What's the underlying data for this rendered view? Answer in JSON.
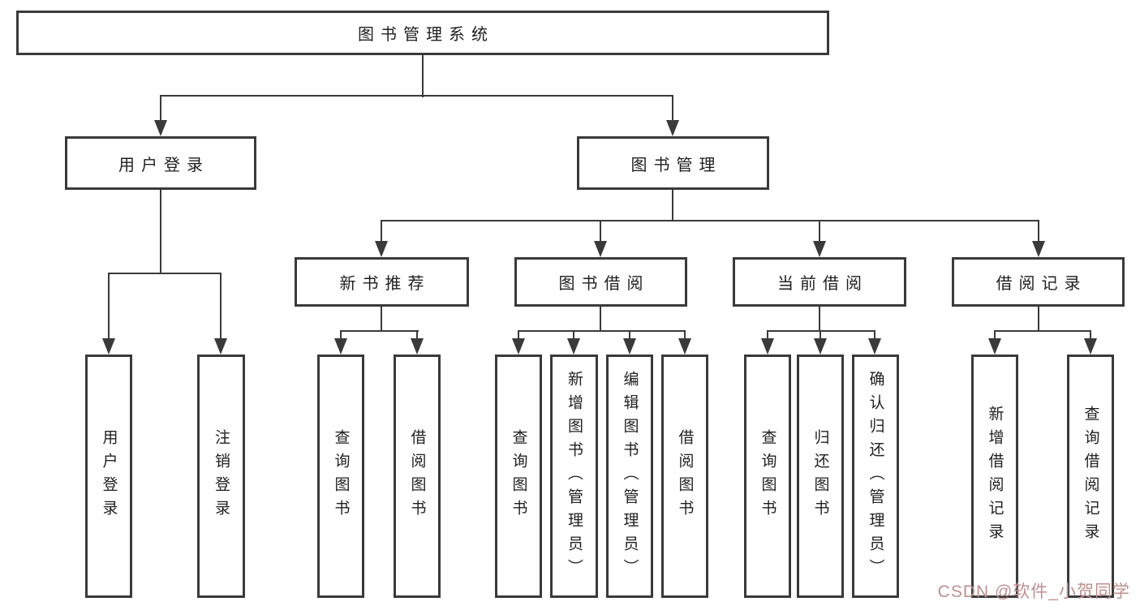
{
  "colors": {
    "line": "#3a3a3a",
    "text": "#1f1f1f",
    "background": "#ffffff",
    "watermark": "#c08f8f"
  },
  "tree": {
    "label": "图书管理系统",
    "children": [
      {
        "label": "用户登录",
        "children": [
          {
            "label": "用户登录"
          },
          {
            "label": "注销登录"
          }
        ]
      },
      {
        "label": "图书管理",
        "children": [
          {
            "label": "新书推荐",
            "children": [
              {
                "label": "查询图书"
              },
              {
                "label": "借阅图书"
              }
            ]
          },
          {
            "label": "图书借阅",
            "children": [
              {
                "label": "查询图书"
              },
              {
                "label": "新增图书（管理员）"
              },
              {
                "label": "编辑图书（管理员）"
              },
              {
                "label": "借阅图书"
              }
            ]
          },
          {
            "label": "当前借阅",
            "children": [
              {
                "label": "查询图书"
              },
              {
                "label": "归还图书"
              },
              {
                "label": "确认归还（管理员）"
              }
            ]
          },
          {
            "label": "借阅记录",
            "children": [
              {
                "label": "新增借阅记录"
              },
              {
                "label": "查询借阅记录"
              }
            ]
          }
        ]
      }
    ]
  },
  "watermark": {
    "text": "CSDN @软件_小贺同学"
  }
}
